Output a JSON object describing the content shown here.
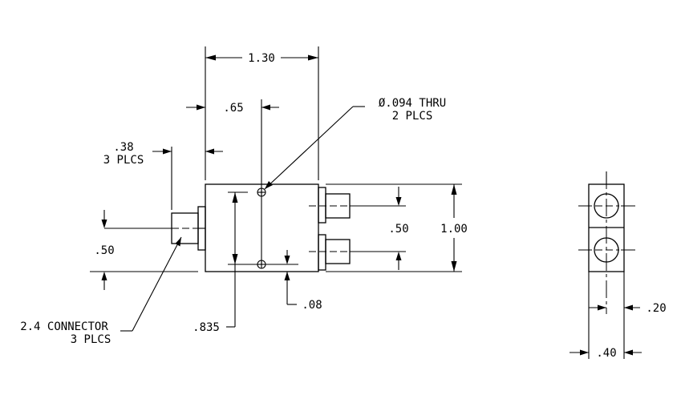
{
  "dims": {
    "overall_width": "1.30",
    "mount_hole_offset": ".65",
    "connector_length_line1": ".38",
    "connector_length_line2": "3 PLCS",
    "hole_callout_line1": "Ø.094 THRU",
    "hole_callout_line2": "2 PLCS",
    "left_connector_height": ".50",
    "right_connector_spacing": ".50",
    "overall_height": "1.00",
    "hole_spacing": ".835",
    "hole_edge_offset": ".08",
    "connector_label_line1": "2.4 CONNECTOR",
    "connector_label_line2": "3 PLCS",
    "side_connector_width": ".20",
    "side_width": ".40"
  }
}
